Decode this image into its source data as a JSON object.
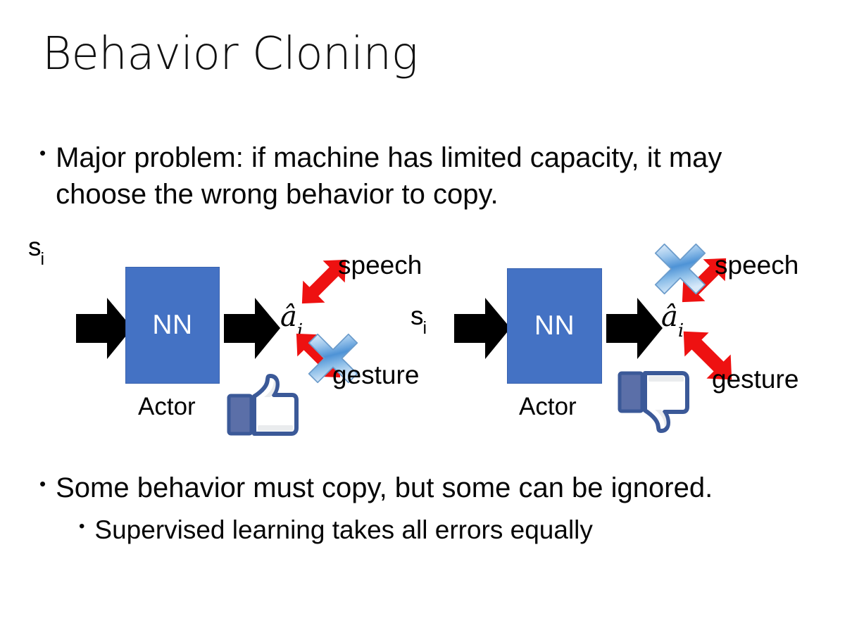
{
  "slide": {
    "title": "Behavior Cloning",
    "background_color": "#FFFFFF"
  },
  "bullets": [
    {
      "level": 1,
      "marker": "•",
      "text": "Major problem: if machine has limited capacity, it may choose the wrong behavior to copy."
    },
    {
      "level": 1,
      "marker": "•",
      "text": "Some behavior must copy, but some can be ignored."
    },
    {
      "level": 2,
      "marker": "•",
      "text": "Supervised learning takes all errors equally"
    }
  ],
  "colors": {
    "nn_box_fill": "#4472C4",
    "nn_box_border": "#3A63AF",
    "red_arrow": "#EE1111",
    "blue_x_light": "#CFE2F7",
    "blue_x_mid": "#5B9BD5",
    "blue_x_dark": "#2E75B6",
    "thumb_outline": "#3B5998",
    "thumb_fill": "#FFFFFF",
    "thumb_cuff": "#5B6FA8",
    "black_arrow": "#000000",
    "text": "#000000"
  },
  "diagrams": [
    {
      "id": "left",
      "state_label": "s",
      "state_subscript": "i",
      "box_label": "NN",
      "box_caption": "Actor",
      "action_label": "â",
      "action_subscript": "i",
      "outcomes": [
        {
          "name": "speech",
          "direction": "up-right",
          "crossed_out": false
        },
        {
          "name": "gesture",
          "direction": "down-right",
          "crossed_out": true
        }
      ],
      "verdict_icon": "thumbs-up-icon",
      "verdict": "approved"
    },
    {
      "id": "right",
      "state_label": "s",
      "state_subscript": "i",
      "box_label": "NN",
      "box_caption": "Actor",
      "action_label": "â",
      "action_subscript": "i",
      "outcomes": [
        {
          "name": "speech",
          "direction": "up-right",
          "crossed_out": true
        },
        {
          "name": "gesture",
          "direction": "down-right",
          "crossed_out": false
        }
      ],
      "verdict_icon": "thumbs-down-icon",
      "verdict": "rejected"
    }
  ]
}
